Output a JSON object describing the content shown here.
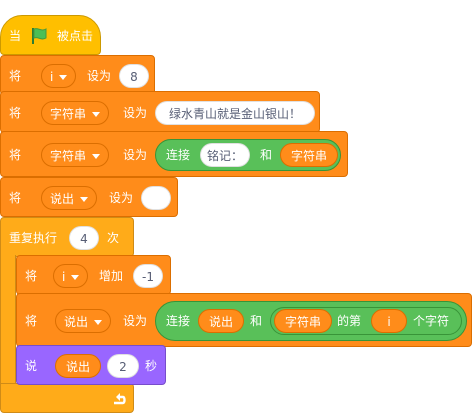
{
  "event": {
    "label_when": "当",
    "label_clicked": "被点击",
    "icon": "green-flag-icon"
  },
  "blocks": {
    "set_i": {
      "set": "将",
      "var": "i",
      "to": "设为",
      "value": "8"
    },
    "set_s1": {
      "set": "将",
      "var": "字符串",
      "to": "设为",
      "value": "绿水青山就是金山银山！"
    },
    "set_s2": {
      "set": "将",
      "var": "字符串",
      "to": "设为",
      "join": "连接",
      "a": "铭记：",
      "and": "和",
      "b": "字符串"
    },
    "set_say": {
      "set": "将",
      "var": "说出",
      "to": "设为",
      "value": ""
    },
    "repeat": {
      "label": "重复执行",
      "times": "4",
      "suffix": "次",
      "loop_icon": "loop-arrow-icon"
    },
    "change_i": {
      "set": "将",
      "var": "i",
      "change": "增加",
      "value": "-1"
    },
    "set_say2": {
      "set": "将",
      "var": "说出",
      "to": "设为",
      "join": "连接",
      "a": "说出",
      "and": "和",
      "b": "字符串",
      "of": "的第",
      "idx": "i",
      "char": "个字符"
    },
    "say": {
      "label": "说",
      "what": "说出",
      "secs": "2",
      "unit": "秒"
    }
  }
}
